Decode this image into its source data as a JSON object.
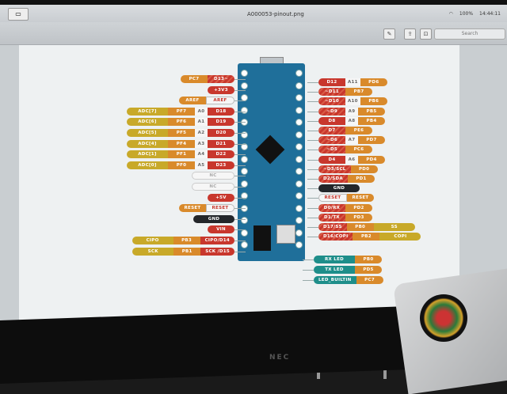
{
  "window": {
    "title": "A000053-pinout.png",
    "clock": "14:44:11",
    "battery": "100%",
    "search_placeholder": "Search"
  },
  "monitor": {
    "brand": "NEC"
  },
  "pinout": {
    "left_rows": [
      [
        {
          "t": "PC7",
          "k": "orange"
        },
        {
          "t": "D13~",
          "k": "redstripe"
        }
      ],
      [
        {
          "t": "+3V3",
          "k": "red"
        }
      ],
      [
        {
          "t": "AREF",
          "k": "orange"
        },
        {
          "t": "AREF",
          "k": "white"
        }
      ],
      [
        {
          "t": "ADC[7]",
          "k": "yellow"
        },
        {
          "t": "PF7",
          "k": "orange"
        },
        {
          "t": "A0",
          "k": "analog"
        },
        {
          "t": "D18",
          "k": "red"
        }
      ],
      [
        {
          "t": "ADC[6]",
          "k": "yellow"
        },
        {
          "t": "PF6",
          "k": "orange"
        },
        {
          "t": "A1",
          "k": "analog"
        },
        {
          "t": "D19",
          "k": "red"
        }
      ],
      [
        {
          "t": "ADC[5]",
          "k": "yellow"
        },
        {
          "t": "PF5",
          "k": "orange"
        },
        {
          "t": "A2",
          "k": "analog"
        },
        {
          "t": "D20",
          "k": "red"
        }
      ],
      [
        {
          "t": "ADC[4]",
          "k": "yellow"
        },
        {
          "t": "PF4",
          "k": "orange"
        },
        {
          "t": "A3",
          "k": "analog"
        },
        {
          "t": "D21",
          "k": "red"
        }
      ],
      [
        {
          "t": "ADC[1]",
          "k": "yellow"
        },
        {
          "t": "PF1",
          "k": "orange"
        },
        {
          "t": "A4",
          "k": "analog"
        },
        {
          "t": "D22",
          "k": "red"
        }
      ],
      [
        {
          "t": "ADC[0]",
          "k": "yellow"
        },
        {
          "t": "PF0",
          "k": "orange"
        },
        {
          "t": "A5",
          "k": "analog"
        },
        {
          "t": "D23",
          "k": "red"
        }
      ],
      [
        {
          "t": "NC",
          "k": "nc"
        }
      ],
      [
        {
          "t": "NC",
          "k": "nc"
        }
      ],
      [
        {
          "t": "+5V",
          "k": "red"
        }
      ],
      [
        {
          "t": "RESET",
          "k": "orange"
        },
        {
          "t": "RESET",
          "k": "white"
        }
      ],
      [
        {
          "t": "GND",
          "k": "dark"
        }
      ],
      [
        {
          "t": "VIN",
          "k": "red"
        }
      ],
      [
        {
          "t": "CIPO",
          "k": "yellow"
        },
        {
          "t": "PB3",
          "k": "orange"
        },
        {
          "t": "CIPO/D14",
          "k": "red"
        }
      ],
      [
        {
          "t": "SCK",
          "k": "yellow"
        },
        {
          "t": "PB1",
          "k": "orange"
        },
        {
          "t": "SCK /D15",
          "k": "red"
        }
      ]
    ],
    "right_rows": [
      [
        {
          "t": "D12",
          "k": "red"
        },
        {
          "t": "A11",
          "k": "analog"
        },
        {
          "t": "PD6",
          "k": "orange"
        }
      ],
      [
        {
          "t": "~D11",
          "k": "redstripe"
        },
        {
          "t": "PB7",
          "k": "orange"
        }
      ],
      [
        {
          "t": "~D10",
          "k": "redstripe"
        },
        {
          "t": "A10",
          "k": "analog"
        },
        {
          "t": "PB6",
          "k": "orange"
        }
      ],
      [
        {
          "t": "~D9",
          "k": "redstripe"
        },
        {
          "t": "A9",
          "k": "analog"
        },
        {
          "t": "PB5",
          "k": "orange"
        }
      ],
      [
        {
          "t": "D8",
          "k": "red"
        },
        {
          "t": "A8",
          "k": "analog"
        },
        {
          "t": "PB4",
          "k": "orange"
        }
      ],
      [
        {
          "t": "D7",
          "k": "redstripe"
        },
        {
          "t": "PE6",
          "k": "orange"
        }
      ],
      [
        {
          "t": "~D6",
          "k": "redstripe"
        },
        {
          "t": "A7",
          "k": "analog"
        },
        {
          "t": "PD7",
          "k": "orange"
        }
      ],
      [
        {
          "t": "~D5",
          "k": "redstripe"
        },
        {
          "t": "PC6",
          "k": "orange"
        }
      ],
      [
        {
          "t": "D4",
          "k": "red"
        },
        {
          "t": "A6",
          "k": "analog"
        },
        {
          "t": "PD4",
          "k": "orange"
        }
      ],
      [
        {
          "t": "~D3/SCL",
          "k": "redstripe"
        },
        {
          "t": "PD0",
          "k": "orange"
        }
      ],
      [
        {
          "t": "D2/SDA",
          "k": "redstripe"
        },
        {
          "t": "PD1",
          "k": "orange"
        }
      ],
      [
        {
          "t": "GND",
          "k": "dark"
        }
      ],
      [
        {
          "t": "RESET",
          "k": "white"
        },
        {
          "t": "RESET",
          "k": "orange"
        }
      ],
      [
        {
          "t": "D0/RX",
          "k": "redstripe"
        },
        {
          "t": "PD2",
          "k": "orange"
        }
      ],
      [
        {
          "t": "D1/TX",
          "k": "redstripe"
        },
        {
          "t": "PD3",
          "k": "orange"
        }
      ],
      [
        {
          "t": "D17/SS",
          "k": "redstripe"
        },
        {
          "t": "PB0",
          "k": "orange"
        },
        {
          "t": "SS",
          "k": "yellow"
        }
      ],
      [
        {
          "t": "D16/COPI",
          "k": "redstripe"
        },
        {
          "t": "PB2",
          "k": "orange"
        },
        {
          "t": "COPI",
          "k": "yellow"
        }
      ]
    ],
    "led_rows": [
      [
        {
          "t": "RX LED",
          "k": "teal"
        },
        {
          "t": "PB0",
          "k": "orange"
        }
      ],
      [
        {
          "t": "TX LED",
          "k": "teal"
        },
        {
          "t": "PD5",
          "k": "orange"
        }
      ],
      [
        {
          "t": "LED_BUILTIN",
          "k": "teal"
        },
        {
          "t": "PC7",
          "k": "orange"
        }
      ]
    ]
  }
}
